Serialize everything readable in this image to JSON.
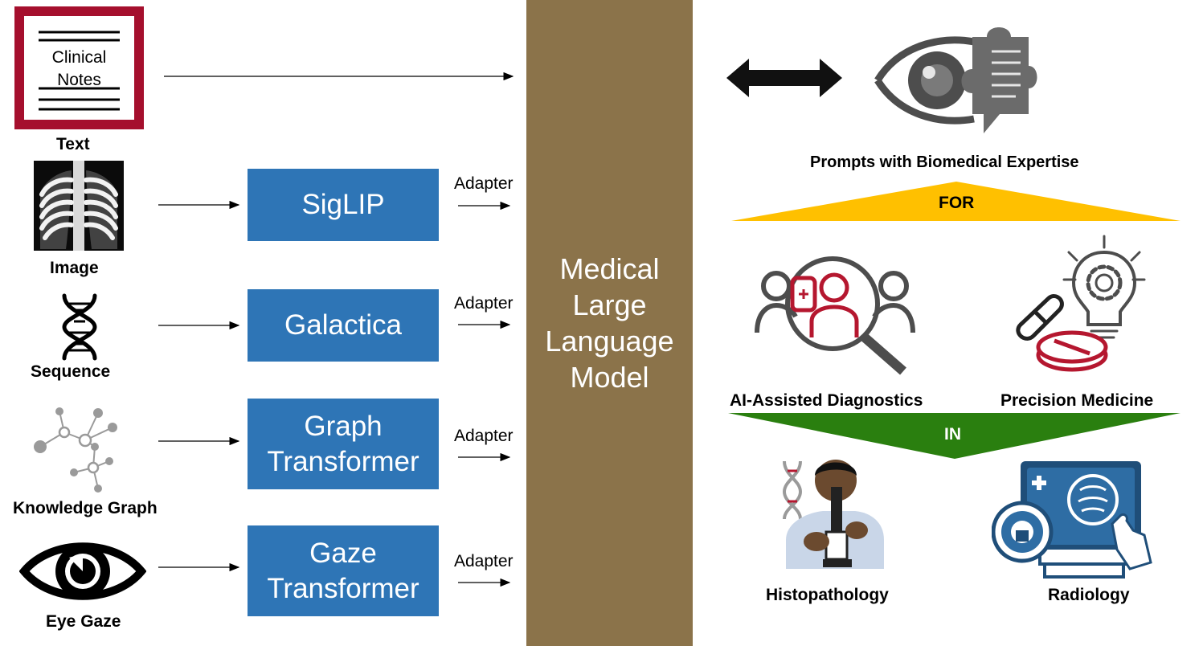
{
  "inputs": {
    "clinical_notes": "Clinical\nNotes",
    "text_label": "Text",
    "image_label": "Image",
    "sequence_label": "Sequence",
    "knowledge_graph_label": "Knowledge Graph",
    "eye_gaze_label": "Eye Gaze"
  },
  "encoders": {
    "siglip": "SigLIP",
    "galactica": "Galactica",
    "graph_transformer_line1": "Graph",
    "graph_transformer_line2": "Transformer",
    "gaze_transformer_line1": "Gaze",
    "gaze_transformer_line2": "Transformer"
  },
  "adapter_label": "Adapter",
  "llm": {
    "line1": "Medical",
    "line2": "Large",
    "line3": "Language",
    "line4": "Model"
  },
  "right": {
    "prompts_label": "Prompts with Biomedical Expertise",
    "for_label": "FOR",
    "diagnostics_label": "AI-Assisted Diagnostics",
    "precision_label": "Precision Medicine",
    "in_label": "IN",
    "histopathology_label": "Histopathology",
    "radiology_label": "Radiology"
  },
  "colors": {
    "encoder_blue": "#2e75b6",
    "llm_brown": "#8b734a",
    "for_yellow": "#ffc000",
    "in_green": "#2a7f0f",
    "notes_border": "#a50f2d",
    "icon_red": "#b5172f",
    "icon_gray": "#4d4d4d"
  },
  "icons": [
    "clinical-notes-icon",
    "chest-xray-icon",
    "dna-icon",
    "knowledge-graph-icon",
    "eye-icon",
    "double-arrow-icon",
    "eye-puzzle-icon",
    "diagnostics-icon",
    "precision-medicine-icon",
    "histopathology-icon",
    "radiology-icon"
  ]
}
